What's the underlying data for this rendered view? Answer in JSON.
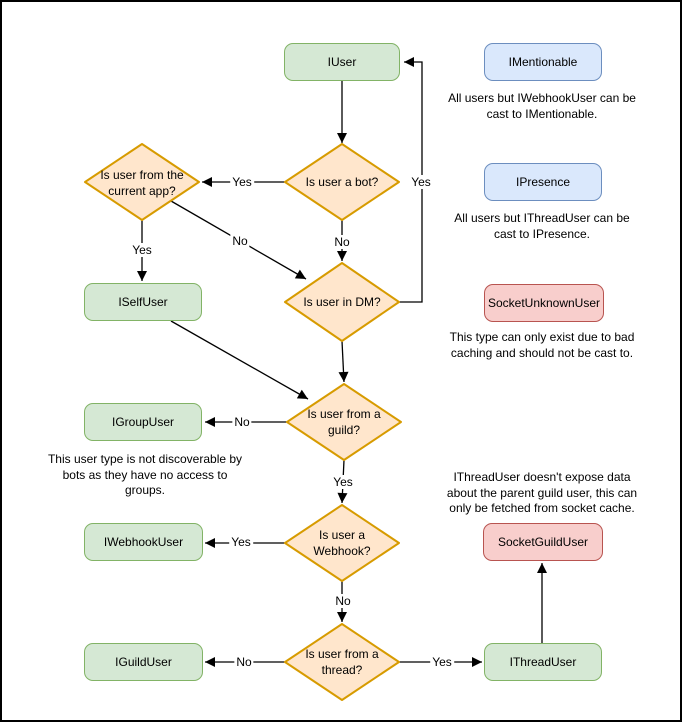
{
  "nodes": {
    "iuser": "IUser",
    "imentionable": "IMentionable",
    "ipresence": "IPresence",
    "socketunknownuser": "SocketUnknownUser",
    "iselfuser": "ISelfUser",
    "igroupuser": "IGroupUser",
    "iwebhookuser": "IWebhookUser",
    "iguilduser": "IGuildUser",
    "ithreaduser": "IThreadUser",
    "socketguilduser": "SocketGuildUser"
  },
  "decisions": {
    "is_bot": "Is user a bot?",
    "from_current_app": "Is user from the\ncurrent app?",
    "in_dm": "Is user in DM?",
    "from_guild": "Is user from a\nguild?",
    "is_webhook": "Is user a\nWebhook?",
    "from_thread": "Is user from a\nthread?"
  },
  "edge_labels": {
    "bot_yes": "Yes",
    "bot_no": "No",
    "dm_yes": "Yes",
    "app_yes": "Yes",
    "app_no": "No",
    "guild_no": "No",
    "guild_yes": "Yes",
    "webhook_yes": "Yes",
    "webhook_no": "No",
    "thread_no": "No",
    "thread_yes": "Yes"
  },
  "notes": {
    "mentionable": "All users but IWebhookUser can be\ncast to IMentionable.",
    "presence": "All users but IThreadUser can be\ncast to IPresence.",
    "unknown_user": "This type can only exist due to bad\ncaching and should not be cast to.",
    "group_user": "This user type is not discoverable by\nbots as they have no access to\ngroups.",
    "thread_user": "IThreadUser doesn't expose data\nabout the parent guild user, this can\nonly be fetched from socket cache."
  },
  "colors": {
    "green_fill": "#d5e8d4",
    "green_stroke": "#82b366",
    "blue_fill": "#dae8fc",
    "blue_stroke": "#6c8ebf",
    "red_fill": "#f8cecc",
    "red_stroke": "#b85450",
    "orange_fill": "#ffe6cc",
    "orange_stroke": "#d79b00",
    "edge": "#000000"
  }
}
